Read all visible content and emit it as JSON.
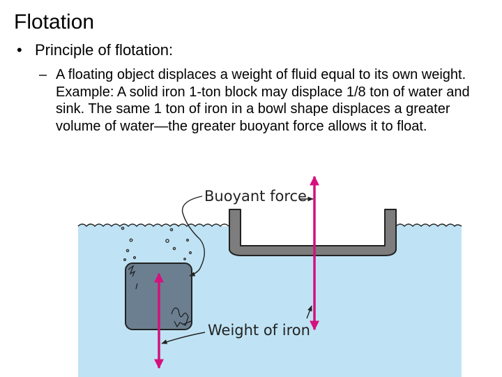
{
  "slide": {
    "title": "Flotation",
    "bullet": "Principle of flotation:",
    "sub_dash": "–",
    "sub_text_1": "A floating object displaces a weight of fluid equal to its own weight.",
    "sub_text_2": "Example: A solid iron 1-ton block may displace 1/8 ton of water and sink. The same 1 ton of iron in a bowl shape displaces a greater volume of water—the greater buoyant force allows it to float."
  },
  "diagram": {
    "label_buoyant": "Buoyant force",
    "label_weight": "Weight of iron",
    "colors": {
      "water": "#bfe3f4",
      "iron_block": "#6b7f91",
      "bowl": "#7d7d7d",
      "arrow": "#d4117c",
      "outline": "#222222"
    }
  }
}
